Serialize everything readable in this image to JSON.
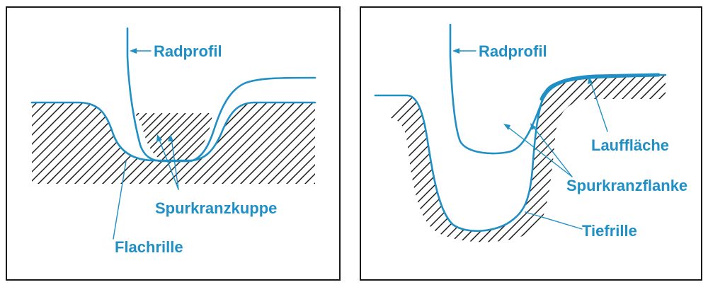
{
  "panels": {
    "left": {
      "labels": {
        "radprofil": "Radprofil",
        "spurkranzkuppe": "Spurkranzkuppe",
        "flachrille": "Flachrille"
      }
    },
    "right": {
      "labels": {
        "radprofil": "Radprofil",
        "lauffläche": "Lauffläche",
        "spurkranzflanke": "Spurkranzflanke",
        "tiefrille": "Tiefrille"
      }
    }
  },
  "colors": {
    "line": "#1f8fc4",
    "hatch": "#1a1a1a",
    "frame": "#1a1a1a"
  }
}
